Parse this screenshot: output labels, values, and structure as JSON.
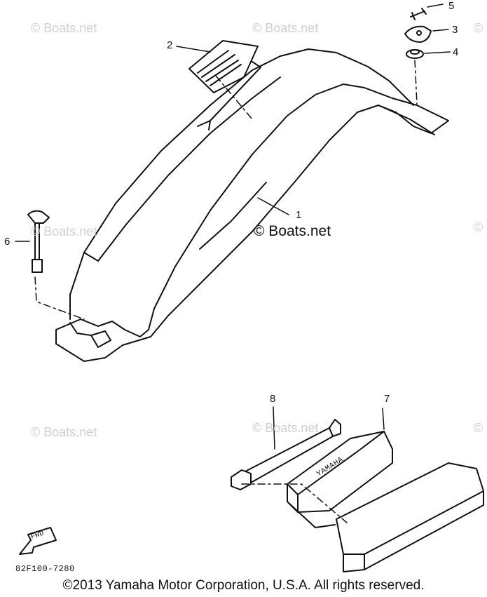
{
  "callouts": {
    "p1": "1",
    "p2": "2",
    "p3": "3",
    "p4": "4",
    "p5": "5",
    "p6": "6",
    "p7": "7",
    "p8": "8"
  },
  "watermarks": {
    "main": "© Boats.net",
    "faint": "© Boats.net",
    "edge": "©"
  },
  "diagram_code": "82F100-7280",
  "fwd_label": "FWD",
  "box_label": "YAMAHA",
  "copyright": "©2013 Yamaha Motor Corporation, U.S.A. All rights reserved."
}
